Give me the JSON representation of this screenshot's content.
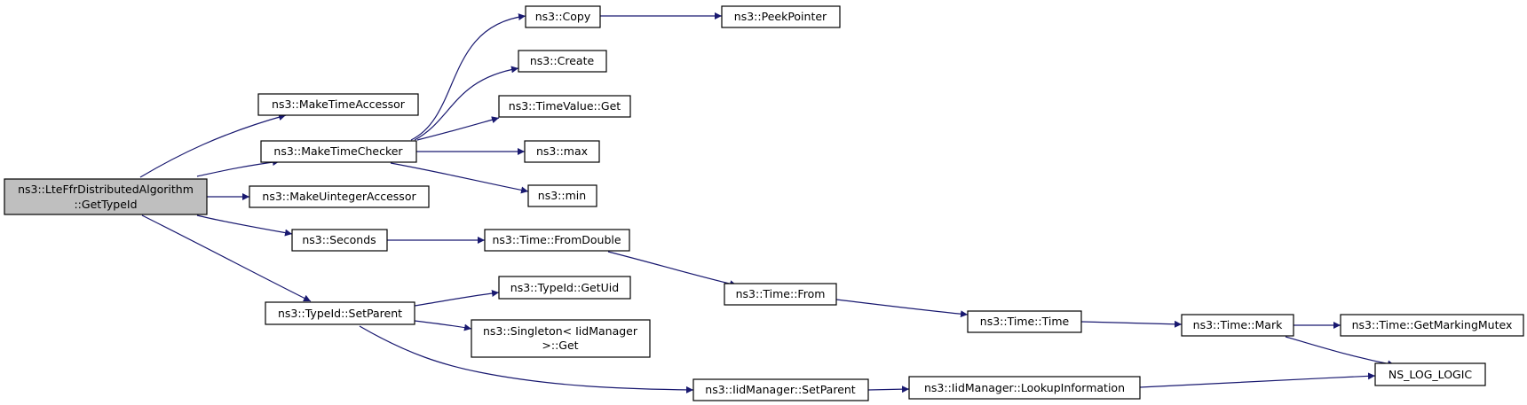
{
  "graph": {
    "nodes": {
      "root": [
        "ns3::LteFfrDistributedAlgorithm",
        "::GetTypeId"
      ],
      "makeTimeAccessor": [
        "ns3::MakeTimeAccessor"
      ],
      "makeTimeChecker": [
        "ns3::MakeTimeChecker"
      ],
      "makeUintegerAccessor": [
        "ns3::MakeUintegerAccessor"
      ],
      "seconds": [
        "ns3::Seconds"
      ],
      "setParent": [
        "ns3::TypeId::SetParent"
      ],
      "copy": [
        "ns3::Copy"
      ],
      "peekPointer": [
        "ns3::PeekPointer"
      ],
      "create": [
        "ns3::Create"
      ],
      "timeValueGet": [
        "ns3::TimeValue::Get"
      ],
      "max": [
        "ns3::max"
      ],
      "min": [
        "ns3::min"
      ],
      "fromDouble": [
        "ns3::Time::FromDouble"
      ],
      "from": [
        "ns3::Time::From"
      ],
      "timeCtor": [
        "ns3::Time::Time"
      ],
      "mark": [
        "ns3::Time::Mark"
      ],
      "getMarkingMutex": [
        "ns3::Time::GetMarkingMutex"
      ],
      "nsLogLogic": [
        "NS_LOG_LOGIC"
      ],
      "getUid": [
        "ns3::TypeId::GetUid"
      ],
      "singletonGet": [
        "ns3::Singleton< IidManager",
        ">::Get"
      ],
      "iidSetParent": [
        "ns3::IidManager::SetParent"
      ],
      "lookupInformation": [
        "ns3::IidManager::LookupInformation"
      ]
    }
  }
}
